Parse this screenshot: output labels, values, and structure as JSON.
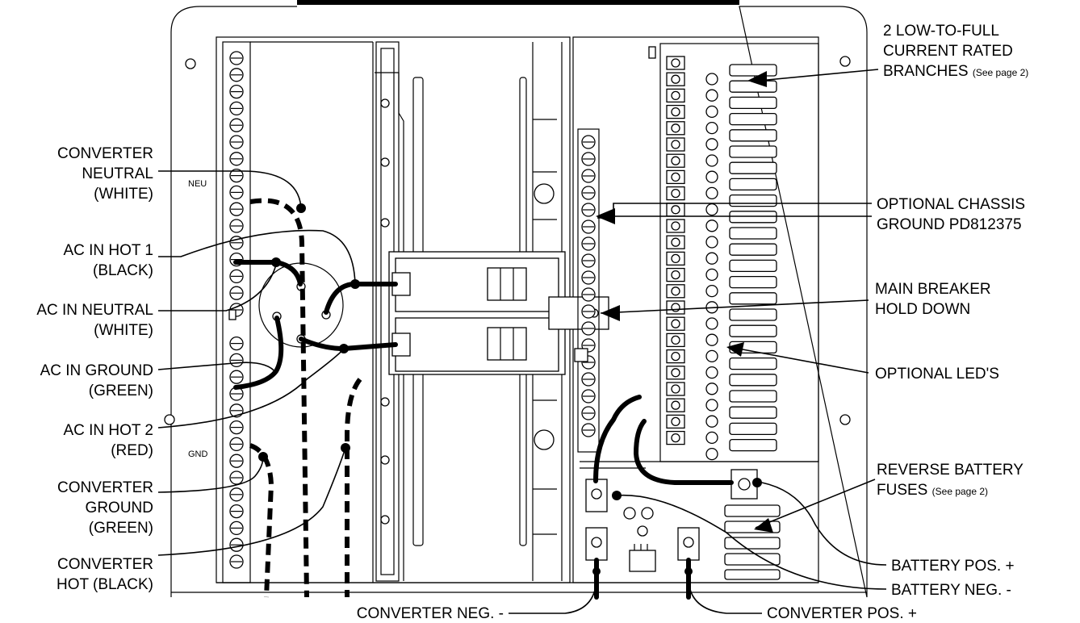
{
  "labels": {
    "converter_neutral": [
      "CONVERTER",
      "NEUTRAL",
      "(WHITE)"
    ],
    "ac_in_hot1": [
      "AC IN HOT 1",
      "(BLACK)"
    ],
    "ac_in_neutral": [
      "AC IN NEUTRAL",
      "(WHITE)"
    ],
    "ac_in_ground": [
      "AC IN GROUND",
      "(GREEN)"
    ],
    "ac_in_hot2": [
      "AC IN HOT 2",
      "(RED)"
    ],
    "converter_ground": [
      "CONVERTER",
      "GROUND",
      "(GREEN)"
    ],
    "converter_hot": [
      "CONVERTER",
      "HOT (BLACK)"
    ],
    "converter_neg": "CONVERTER NEG. -",
    "converter_pos": "CONVERTER POS. +",
    "branches": [
      "2 LOW-TO-FULL",
      "CURRENT RATED",
      "BRANCHES"
    ],
    "branches_note": "(See page 2)",
    "chassis_ground": [
      "OPTIONAL CHASSIS",
      "GROUND PD812375"
    ],
    "main_breaker": [
      "MAIN BREAKER",
      "HOLD DOWN"
    ],
    "optional_leds": "OPTIONAL LED'S",
    "reverse_battery": [
      "REVERSE  BATTERY",
      "FUSES"
    ],
    "reverse_battery_note": "(See page 2)",
    "battery_pos": "BATTERY POS. +",
    "battery_neg": "BATTERY NEG. -"
  },
  "panel_marks": {
    "neu": "NEU",
    "gnd": "GND"
  }
}
